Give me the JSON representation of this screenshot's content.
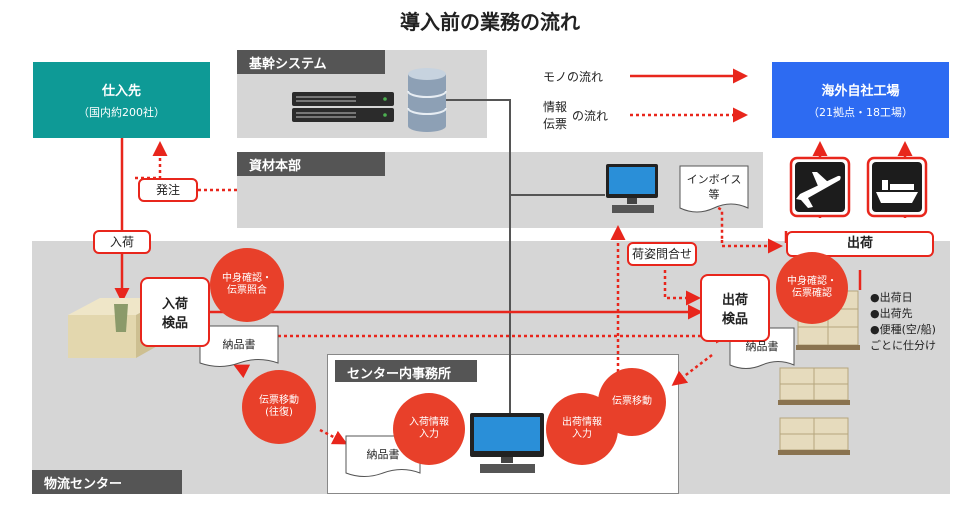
{
  "title": "導入前の業務の流れ",
  "supplier": {
    "title": "仕入先",
    "sub": "（国内約200社）"
  },
  "factory": {
    "title": "海外自社工場",
    "sub": "（21拠点・18工場）"
  },
  "core_system": {
    "label": "基幹システム"
  },
  "materials": {
    "label": "資材本部"
  },
  "logistics": {
    "label": "物流センター"
  },
  "office": {
    "label": "センター内事務所"
  },
  "legend": {
    "goods": "モノの流れ",
    "info_top": "情報",
    "info_bottom": "伝票",
    "info_suffix": "の流れ"
  },
  "labels": {
    "order": "発注",
    "arrival": "入荷",
    "inbound_inspect_1": "入荷",
    "inbound_inspect_2": "検品",
    "outbound_inspect_1": "出荷",
    "outbound_inspect_2": "検品",
    "shipping": "出荷",
    "inquiry": "荷姿問合せ",
    "invoice_1": "インボイス",
    "invoice_2": "等",
    "delivery_note_1": "納品書",
    "delivery_note_2": "納品書",
    "delivery_note_3": "納品書"
  },
  "circles": {
    "in_check_1": "中身確認・",
    "in_check_2": "伝票照合",
    "out_check_1": "中身確認・",
    "out_check_2": "伝票確認",
    "slip_move_rt_1": "伝票移動",
    "slip_move_rt_2": "(往復)",
    "in_info_1": "入荷情報",
    "in_info_2": "入力",
    "out_info_1": "出荷情報",
    "out_info_2": "入力",
    "slip_move": "伝票移動"
  },
  "ship_notes": [
    "●出荷日",
    "●出荷先",
    "●便種(空/船)",
    "ごとに仕分け"
  ],
  "icons": [
    "server-rack-icon",
    "database-icon",
    "computer-icon",
    "airplane-icon",
    "ship-icon",
    "cardboard-box-icon",
    "pallet-boxes-icon"
  ],
  "colors": {
    "supplier": "#0e9a96",
    "factory": "#2d6bf2",
    "accent": "#e8261c",
    "region": "#d6d6d6",
    "label_bg": "#555555"
  }
}
